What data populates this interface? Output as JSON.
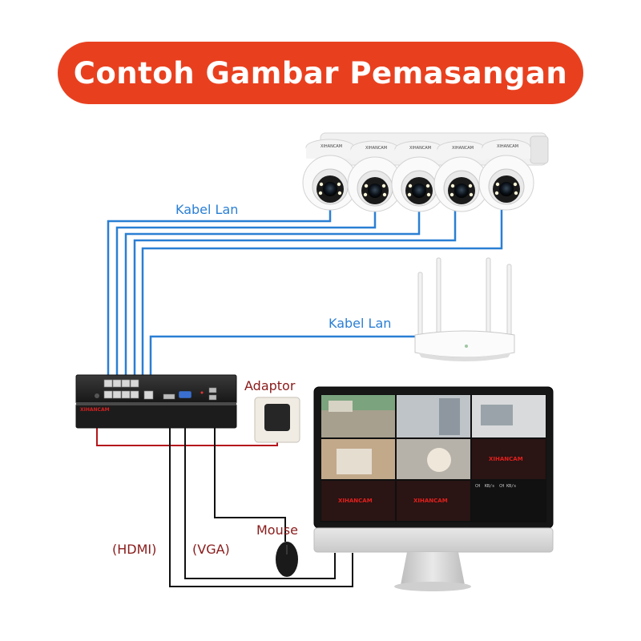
{
  "title": "Contoh Gambar Pemasangan",
  "brand": "XIHANCAM",
  "labels": {
    "kabel_lan_cameras": "Kabel Lan",
    "kabel_lan_router": "Kabel Lan",
    "adaptor": "Adaptor",
    "mouse": "Mouse",
    "hdmi": "(HDMI)",
    "vga": "(VGA)"
  },
  "cameras": [
    {
      "brand": "XIHANCAM"
    },
    {
      "brand": "XIHANCAM"
    },
    {
      "brand": "XIHANCAM"
    },
    {
      "brand": "XIHANCAM"
    },
    {
      "brand": "XIHANCAM"
    }
  ],
  "monitor": {
    "tiles_brand": [
      "XIHANCAM",
      "XIHANCAM",
      "XIHANCAM"
    ],
    "stats_header": "CH  KB/s  CH KB/s"
  },
  "colors": {
    "title_bg": "#e8401f",
    "lan_cable": "#2a7fd4",
    "power_cable": "#b5151b",
    "video_cable": "#111111",
    "label_blue": "#2a7fd4",
    "label_dark_red": "#8a1a1a"
  }
}
